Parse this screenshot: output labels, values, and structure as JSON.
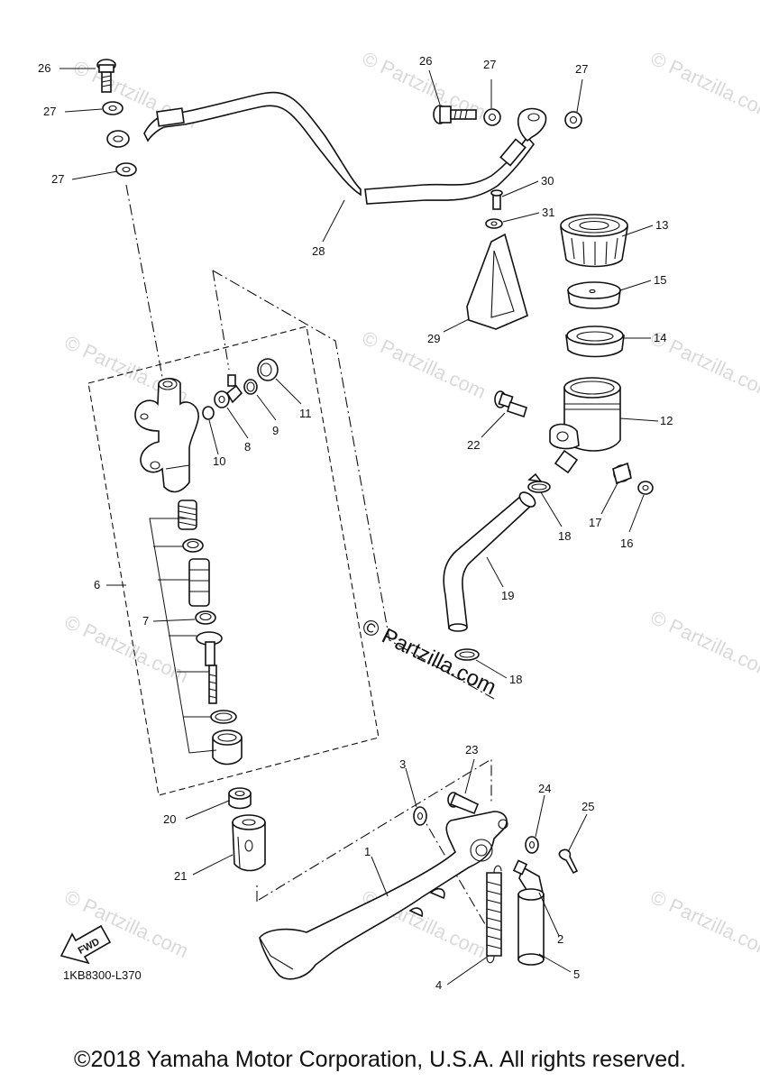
{
  "diagram": {
    "code": "1KB8300-L370",
    "fwd_label": "FWD",
    "center_watermark": "© Partzilla.com",
    "watermark_text": "© Partzilla.com",
    "callouts": [
      "26",
      "27",
      "27",
      "26",
      "27",
      "27",
      "28",
      "30",
      "31",
      "13",
      "15",
      "14",
      "29",
      "11",
      "9",
      "8",
      "10",
      "12",
      "22",
      "18",
      "17",
      "16",
      "6",
      "19",
      "7",
      "18",
      "23",
      "3",
      "24",
      "25",
      "20",
      "1",
      "21",
      "2",
      "4",
      "5"
    ]
  },
  "footer": {
    "copyright": "©2018 Yamaha Motor Corporation, U.S.A. All rights reserved."
  }
}
